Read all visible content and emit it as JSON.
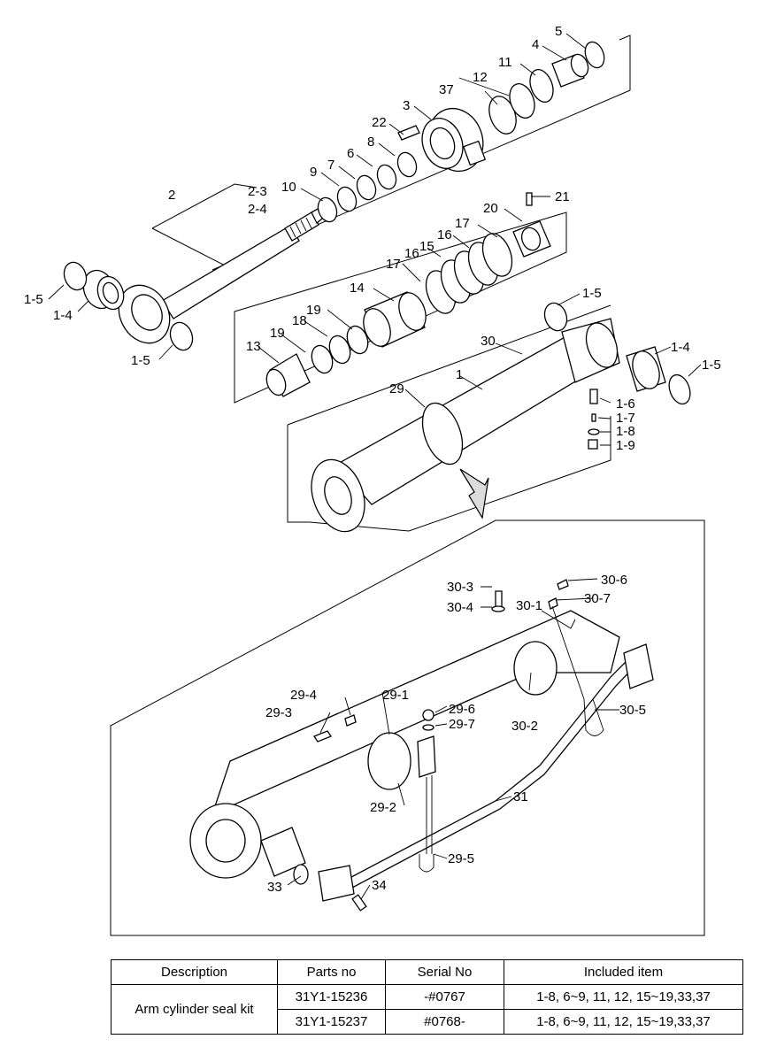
{
  "callouts": {
    "c1": "1",
    "c1_4a": "1-4",
    "c1_4b": "1-4",
    "c1_5a": "1-5",
    "c1_5b": "1-5",
    "c1_5c": "1-5",
    "c1_5d": "1-5",
    "c1_6": "1-6",
    "c1_7": "1-7",
    "c1_8": "1-8",
    "c1_9": "1-9",
    "c2": "2",
    "c2_3": "2-3",
    "c2_4": "2-4",
    "c3": "3",
    "c4": "4",
    "c5": "5",
    "c6": "6",
    "c7": "7",
    "c8": "8",
    "c9": "9",
    "c10": "10",
    "c11": "11",
    "c12": "12",
    "c13": "13",
    "c14": "14",
    "c15": "15",
    "c16a": "16",
    "c16b": "16",
    "c17a": "17",
    "c17b": "17",
    "c18": "18",
    "c19a": "19",
    "c19b": "19",
    "c20": "20",
    "c21": "21",
    "c22": "22",
    "c29": "29",
    "c29_1": "29-1",
    "c29_2": "29-2",
    "c29_3": "29-3",
    "c29_4": "29-4",
    "c29_5": "29-5",
    "c29_6": "29-6",
    "c29_7": "29-7",
    "c30": "30",
    "c30_1": "30-1",
    "c30_2": "30-2",
    "c30_3": "30-3",
    "c30_4": "30-4",
    "c30_5": "30-5",
    "c30_6": "30-6",
    "c30_7": "30-7",
    "c31": "31",
    "c33": "33",
    "c34": "34",
    "c37": "37"
  },
  "seal_kit_table": {
    "headers": [
      "Description",
      "Parts no",
      "Serial No",
      "Included item"
    ],
    "description": "Arm cylinder seal kit",
    "rows": [
      {
        "parts_no": "31Y1-15236",
        "serial_no": "-#0767",
        "included": "1-8, 6~9, 11, 12, 15~19,33,37"
      },
      {
        "parts_no": "31Y1-15237",
        "serial_no": "#0768-",
        "included": "1-8, 6~9, 11, 12, 15~19,33,37"
      }
    ]
  }
}
